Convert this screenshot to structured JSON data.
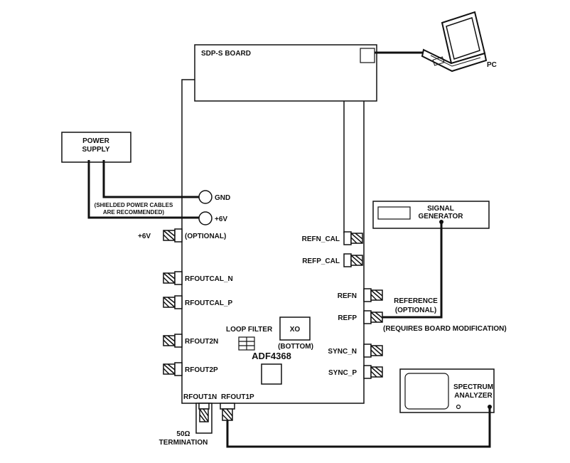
{
  "boxes": {
    "sdp": "SDP-S BOARD",
    "pc": "PC",
    "power_line1": "POWER",
    "power_line2": "SUPPLY",
    "siggen_line1": "SIGNAL",
    "siggen_line2": "GENERATOR",
    "spectrum_line1": "SPECTRUM",
    "spectrum_line2": "ANALYZER"
  },
  "power": {
    "gnd": "GND",
    "plus6v": "+6V",
    "cable_note_line1": "(SHIELDED POWER CABLES",
    "cable_note_line2": "ARE RECOMMENDED)",
    "opt_6v": "+6V",
    "optional": "(OPTIONAL)"
  },
  "board": {
    "chip": "ADF4368",
    "loop_filter": "LOOP FILTER",
    "xo": "XO",
    "xo_note": "(BOTTOM)"
  },
  "connectors": {
    "refn_cal": "REFN_CAL",
    "refp_cal": "REFP_CAL",
    "rfoutcal_n": "RFOUTCAL_N",
    "rfoutcal_p": "RFOUTCAL_P",
    "rfout2n": "RFOUT2N",
    "rfout2p": "RFOUT2P",
    "refn": "REFN",
    "refp": "REFP",
    "sync_n": "SYNC_N",
    "sync_p": "SYNC_P",
    "rfout1n": "RFOUT1N",
    "rfout1p": "RFOUT1P"
  },
  "notes": {
    "reference_line1": "REFERENCE",
    "reference_line2": "(OPTIONAL)",
    "board_mod": "(REQUIRES BOARD MODIFICATION)",
    "term_value": "50Ω",
    "term_label": "TERMINATION"
  },
  "icons": [
    "laptop-icon",
    "sma-connector-icon",
    "terminal-circle-icon",
    "loop-filter-icon"
  ]
}
